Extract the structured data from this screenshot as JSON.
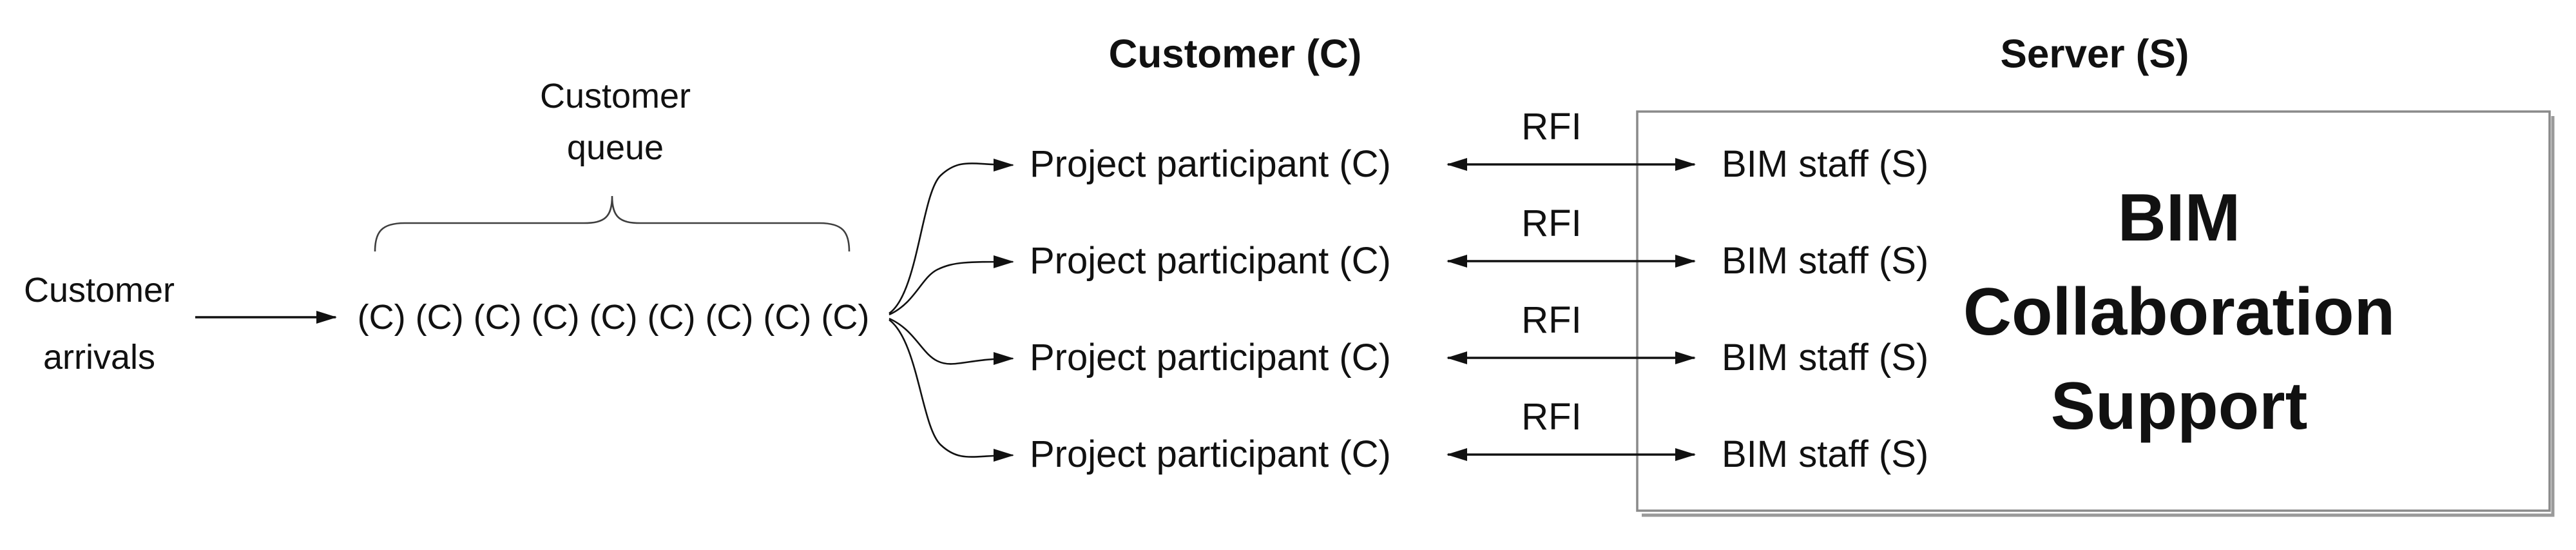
{
  "diagram": {
    "left": {
      "arrivals_label": "Customer\narrivals",
      "queue_label": "Customer\nqueue",
      "queue_tokens": "(C) (C) (C) (C) (C) (C) (C) (C) (C)"
    },
    "customer_section": {
      "header": "Customer (C)",
      "participants": [
        "Project participant (C)",
        "Project participant (C)",
        "Project participant (C)",
        "Project participant (C)"
      ]
    },
    "links": {
      "rfi_labels": [
        "RFI",
        "RFI",
        "RFI",
        "RFI"
      ]
    },
    "server_section": {
      "header": "Server (S)",
      "staff": [
        "BIM staff (S)",
        "BIM staff (S)",
        "BIM staff (S)",
        "BIM staff (S)"
      ],
      "box_title": "BIM\nCollaboration\nSupport"
    },
    "colors": {
      "text": "#111111",
      "line": "#111111",
      "box_border": "#8a8a8a"
    }
  }
}
